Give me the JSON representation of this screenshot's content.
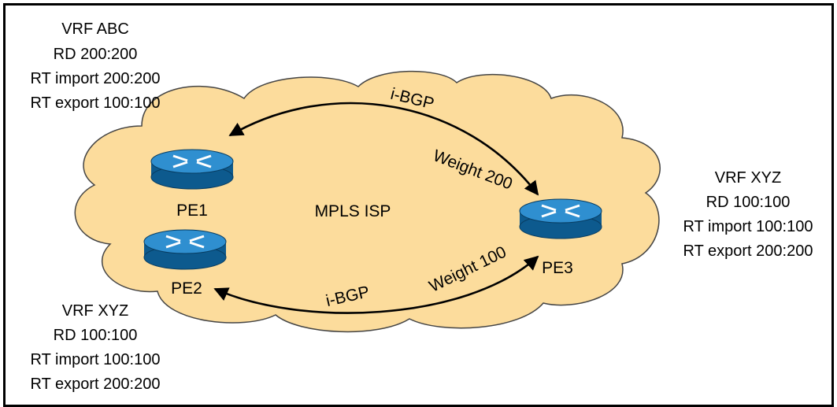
{
  "network": {
    "cloud_label": "MPLS ISP",
    "cloud_color": "#FCDC9C",
    "router_color": "#1D7CB6"
  },
  "routers": {
    "pe1": {
      "label": "PE1",
      "icon": "router-icon"
    },
    "pe2": {
      "label": "PE2",
      "icon": "router-icon"
    },
    "pe3": {
      "label": "PE3",
      "icon": "router-icon"
    }
  },
  "links": {
    "top": {
      "protocol": "i-BGP",
      "weight": "Weight 200"
    },
    "bottom": {
      "protocol": "i-BGP",
      "weight": "Weight 100"
    }
  },
  "vrfs": {
    "pe1": {
      "lines": [
        "VRF ABC",
        "RD 200:200",
        "RT import 200:200",
        "RT export 100:100"
      ]
    },
    "pe2": {
      "lines": [
        "VRF XYZ",
        "RD 100:100",
        "RT import 100:100",
        "RT export 200:200"
      ]
    },
    "pe3": {
      "lines": [
        "VRF XYZ",
        "RD 100:100",
        "RT import 100:100",
        "RT export 200:200"
      ]
    }
  }
}
